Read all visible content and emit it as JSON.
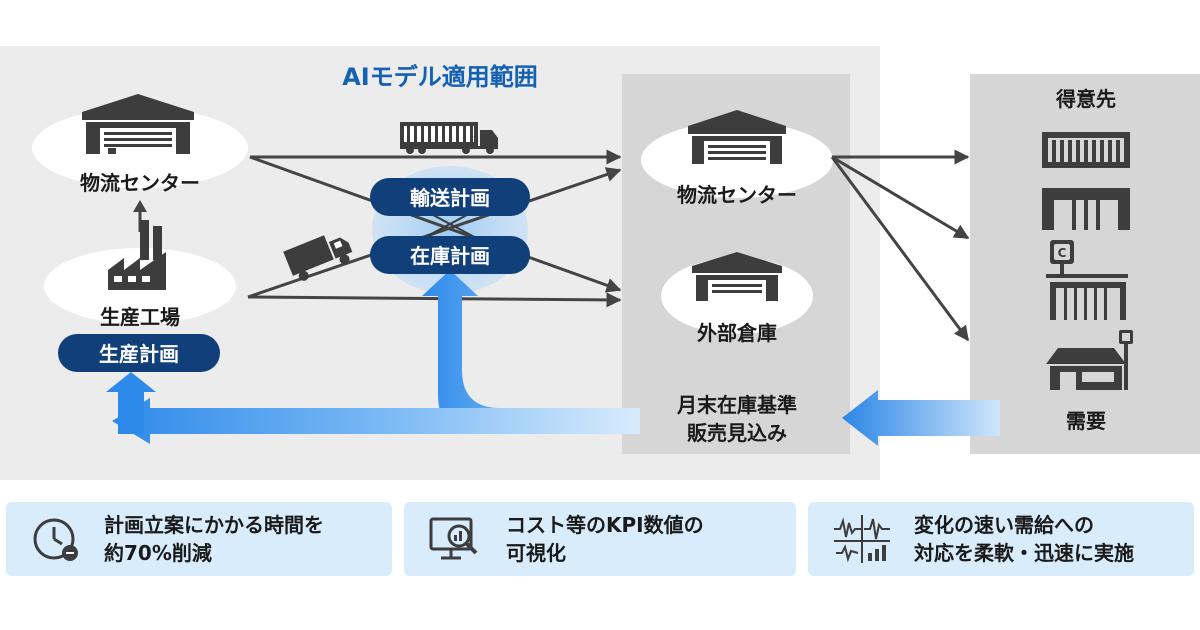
{
  "diagram": {
    "scope_title": "AIモデル適用範囲",
    "factory_label": "生産工場",
    "source_center_label": "物流センター",
    "production_plan": "生産計画",
    "transport_plan": "輸送計画",
    "inventory_plan": "在庫計画",
    "dest_center_label": "物流センター",
    "external_warehouse_label": "外部倉庫",
    "inventory_standard": "月末在庫基準",
    "sales_forecast": "販売見込み",
    "customers_title": "得意先",
    "demand_label": "需要",
    "colors": {
      "scope_bg": "#ececec",
      "panel_bg": "#d6d6d6",
      "accent_blue": "#0d4a8a",
      "pill_blue": "#103f7a",
      "flow_blue": "#3d97ee",
      "icon_gray": "#3d3d3d"
    }
  },
  "benefits": [
    {
      "line1": "計画立案にかかる時間を",
      "line2": "約70%削減",
      "icon": "clock-icon"
    },
    {
      "line1": "コスト等のKPI数値の",
      "line2": "可視化",
      "icon": "monitor-magnifier-icon"
    },
    {
      "line1": "変化の速い需給への",
      "line2": "対応を柔軟・迅速に実施",
      "icon": "waveform-chart-icon"
    }
  ]
}
